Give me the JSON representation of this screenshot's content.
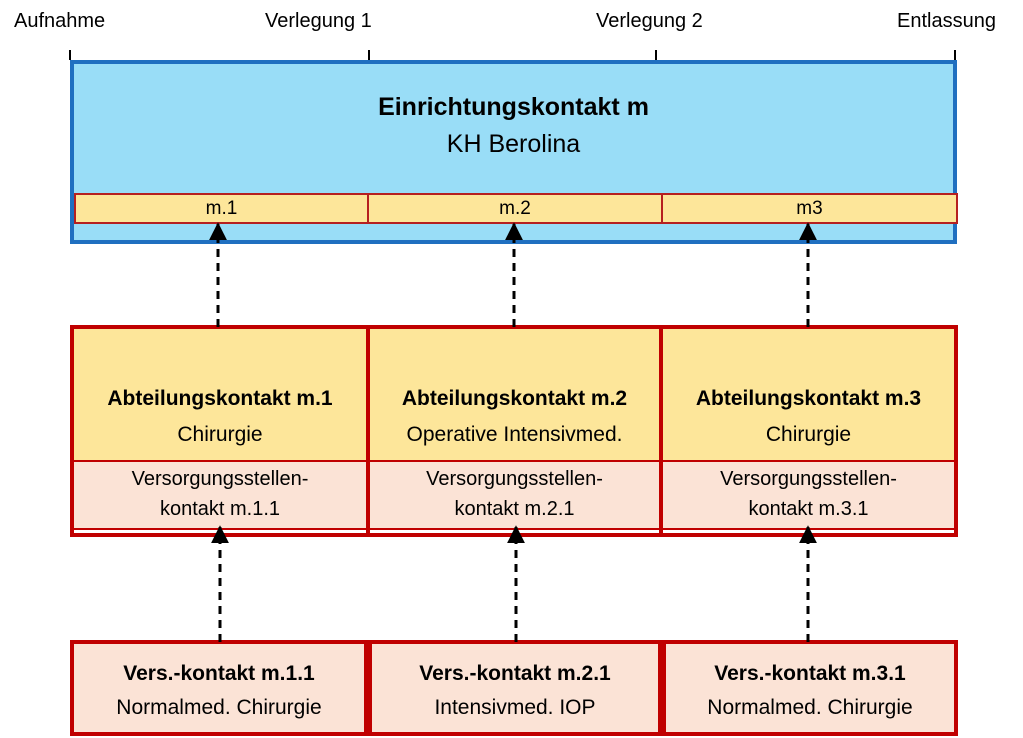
{
  "timeline": {
    "labels": [
      "Aufnahme",
      "Verlegung 1",
      "Verlegung 2",
      "Entlassung"
    ]
  },
  "facility": {
    "title": "Einrichtungskontakt m",
    "subtitle": "KH Berolina",
    "segments": [
      "m.1",
      "m.2",
      "m3"
    ]
  },
  "departments": [
    {
      "title": "Abteilungskontakt m.1",
      "subtitle": "Chirurgie",
      "unit_line1": "Versorgungsstellen-",
      "unit_line2": "kontakt m.1.1"
    },
    {
      "title": "Abteilungskontakt m.2",
      "subtitle": "Operative Intensivmed.",
      "unit_line1": "Versorgungsstellen-",
      "unit_line2": "kontakt m.2.1"
    },
    {
      "title": "Abteilungskontakt m.3",
      "subtitle": "Chirurgie",
      "unit_line1": "Versorgungsstellen-",
      "unit_line2": "kontakt m.3.1"
    }
  ],
  "care_contacts": [
    {
      "title": "Vers.-kontakt m.1.1",
      "subtitle": "Normalmed. Chirurgie"
    },
    {
      "title": "Vers.-kontakt m.2.1",
      "subtitle": "Intensivmed. IOP"
    },
    {
      "title": "Vers.-kontakt m.3.1",
      "subtitle": "Normalmed. Chirurgie"
    }
  ],
  "colors": {
    "facility_fill": "#99ddf7",
    "facility_border": "#1f6fc0",
    "department_fill": "#fde69a",
    "unit_fill": "#fbe3d6",
    "red_border": "#c00000"
  }
}
